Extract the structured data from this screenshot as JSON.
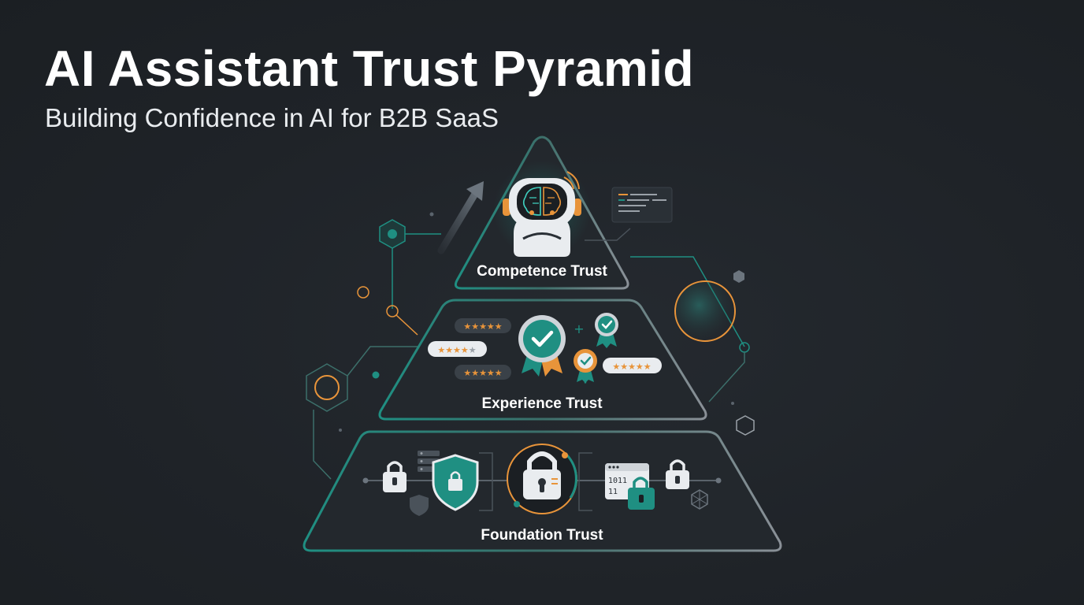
{
  "header": {
    "title": "AI Assistant Trust Pyramid",
    "subtitle": "Building Confidence in AI for B2B SaaS"
  },
  "pyramid": {
    "tiers": [
      {
        "label": "Competence Trust",
        "icons": [
          "ai-robot-icon",
          "code-panel-icon",
          "growth-arrow-icon"
        ]
      },
      {
        "label": "Experience Trust",
        "icons": [
          "star-rating-icon",
          "verified-badge-icon"
        ]
      },
      {
        "label": "Foundation Trust",
        "icons": [
          "padlock-icon",
          "shield-lock-icon",
          "server-icon",
          "binary-data-lock-icon"
        ]
      }
    ]
  },
  "colors": {
    "background": "#1f2328",
    "accent_teal": "#1f8f82",
    "accent_orange": "#e8943a",
    "outline_gray": "#8a9097"
  }
}
